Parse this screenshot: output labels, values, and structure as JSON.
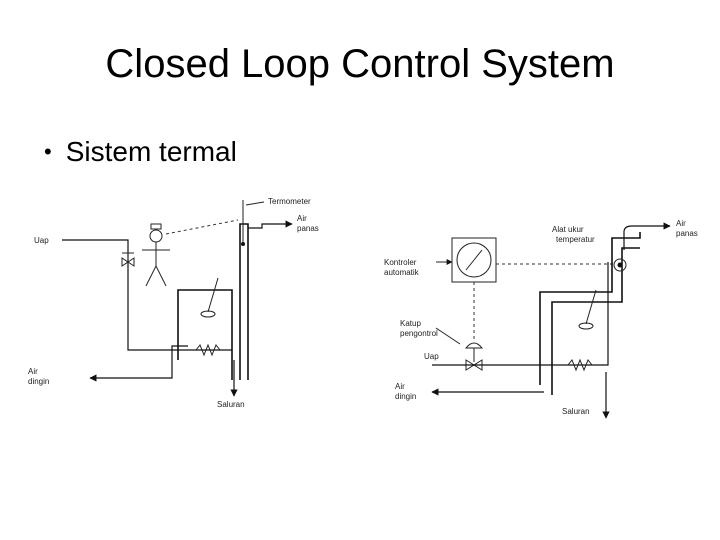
{
  "slide": {
    "title": "Closed Loop Control System",
    "bullet": "Sistem termal"
  },
  "left_diagram": {
    "termometer": "Termometer",
    "air_panas_1": "Air",
    "air_panas_2": "panas",
    "uap": "Uap",
    "air_dingin_1": "Air",
    "air_dingin_2": "dingin",
    "saluran": "Saluran"
  },
  "right_diagram": {
    "alat_ukur_1": "Alat ukur",
    "alat_ukur_2": "temperatur",
    "air_panas_1": "Air",
    "air_panas_2": "panas",
    "kontroler_1": "Kontroler",
    "kontroler_2": "automatik",
    "katup_1": "Katup",
    "katup_2": "pengontrol",
    "uap": "Uap",
    "air_dingin_1": "Air",
    "air_dingin_2": "dingin",
    "saluran": "Saluran"
  }
}
